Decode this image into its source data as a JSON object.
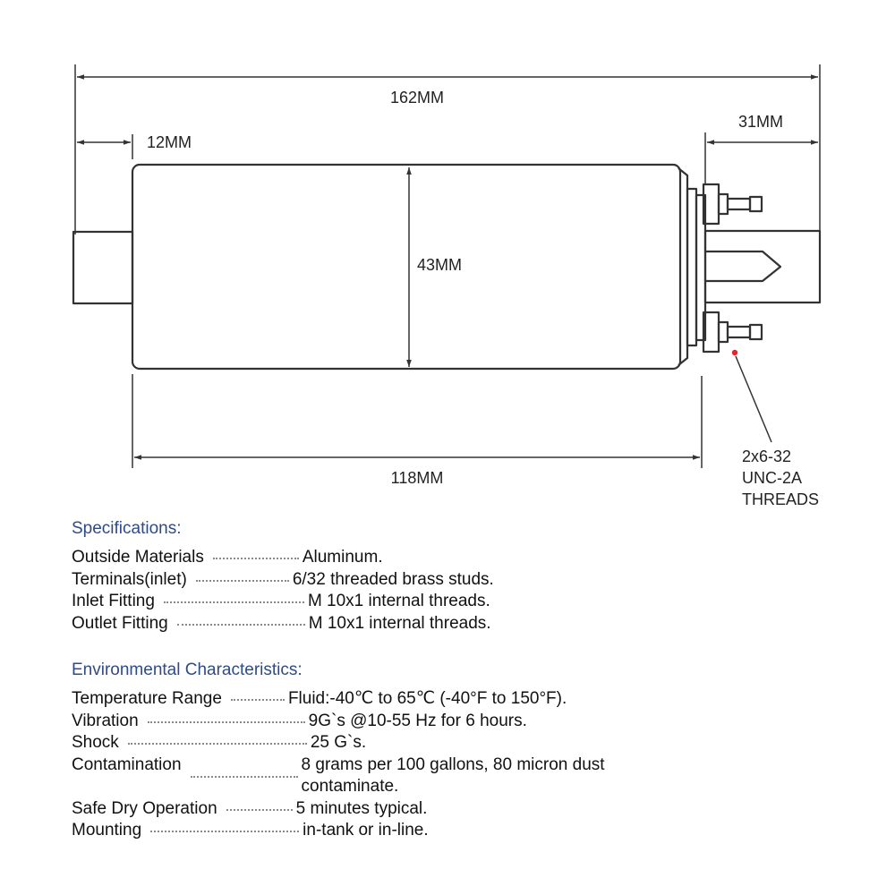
{
  "drawing": {
    "dimensions": {
      "overall_length": "162MM",
      "inlet_length": "12MM",
      "outlet_length": "31MM",
      "diameter": "43MM",
      "body_length": "118MM"
    },
    "thread_callout": [
      "2x6-32",
      "UNC-2A",
      "THREADS"
    ],
    "colors": {
      "line": "#333333",
      "callout_dot": "#e8242a",
      "heading": "#2f4b86"
    }
  },
  "specifications": {
    "title": "Specifications:",
    "rows": [
      {
        "label": "Outside Materials",
        "value": "Aluminum."
      },
      {
        "label": "Terminals(inlet)",
        "value": "6/32 threaded brass studs."
      },
      {
        "label": "Inlet Fitting",
        "value": "M 10x1 internal threads."
      },
      {
        "label": "Outlet Fitting",
        "value": "M 10x1 internal threads."
      }
    ]
  },
  "environmental": {
    "title": "Environmental Characteristics:",
    "rows": [
      {
        "label": "Temperature Range",
        "value": "Fluid:-40℃ to 65℃ (-40°F to 150°F)."
      },
      {
        "label": "Vibration",
        "value": "9G`s @10-55 Hz for 6 hours."
      },
      {
        "label": "Shock",
        "value": "25 G`s."
      },
      {
        "label": "Contamination",
        "value": "8 grams per 100 gallons, 80 micron dust contaminate."
      },
      {
        "label": "Safe Dry Operation",
        "value": "5 minutes typical."
      },
      {
        "label": "Mounting",
        "value": "in-tank or in-line."
      }
    ]
  }
}
